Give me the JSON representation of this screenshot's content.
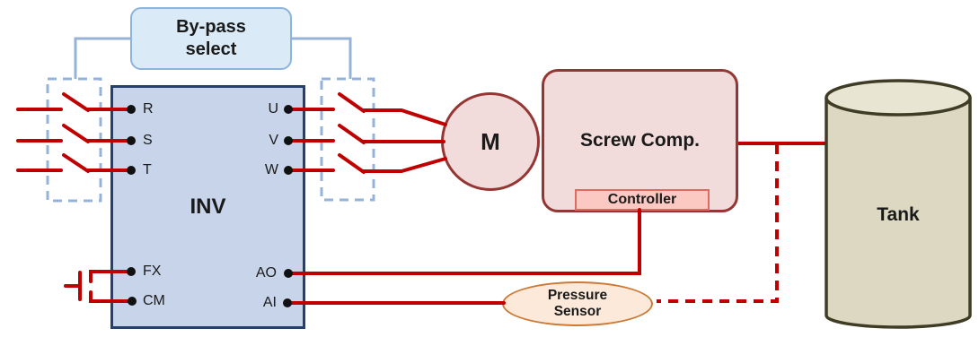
{
  "bypass": {
    "line1": "By-pass",
    "line2": "select"
  },
  "inverter": {
    "label": "INV",
    "terminals": {
      "r": "R",
      "s": "S",
      "t": "T",
      "u": "U",
      "v": "V",
      "w": "W",
      "fx": "FX",
      "cm": "CM",
      "ao": "AO",
      "ai": "AI"
    }
  },
  "motor": {
    "label": "M"
  },
  "compressor": {
    "label": "Screw Comp."
  },
  "controller": {
    "label": "Controller"
  },
  "pressure_sensor": {
    "line1": "Pressure",
    "line2": "Sensor"
  },
  "tank": {
    "label": "Tank"
  },
  "colors": {
    "wire_red": "#c00000",
    "inverter_fill": "#c7d4e9",
    "inverter_border": "#25406b",
    "bypass_fill": "#daeaf6",
    "bypass_border": "#8eb4db",
    "dashed_contactor_blue": "#95b3d7",
    "machine_fill": "#f2dcdb",
    "machine_border": "#943634",
    "controller_fill": "#fcc8c2",
    "controller_border": "#dd6b5f",
    "sensor_fill": "#fde9d9",
    "sensor_border": "#cb7a38",
    "tank_fill": "#dcd8c2",
    "tank_top_fill": "#e9e5d3",
    "tank_border": "#3f3c26"
  }
}
